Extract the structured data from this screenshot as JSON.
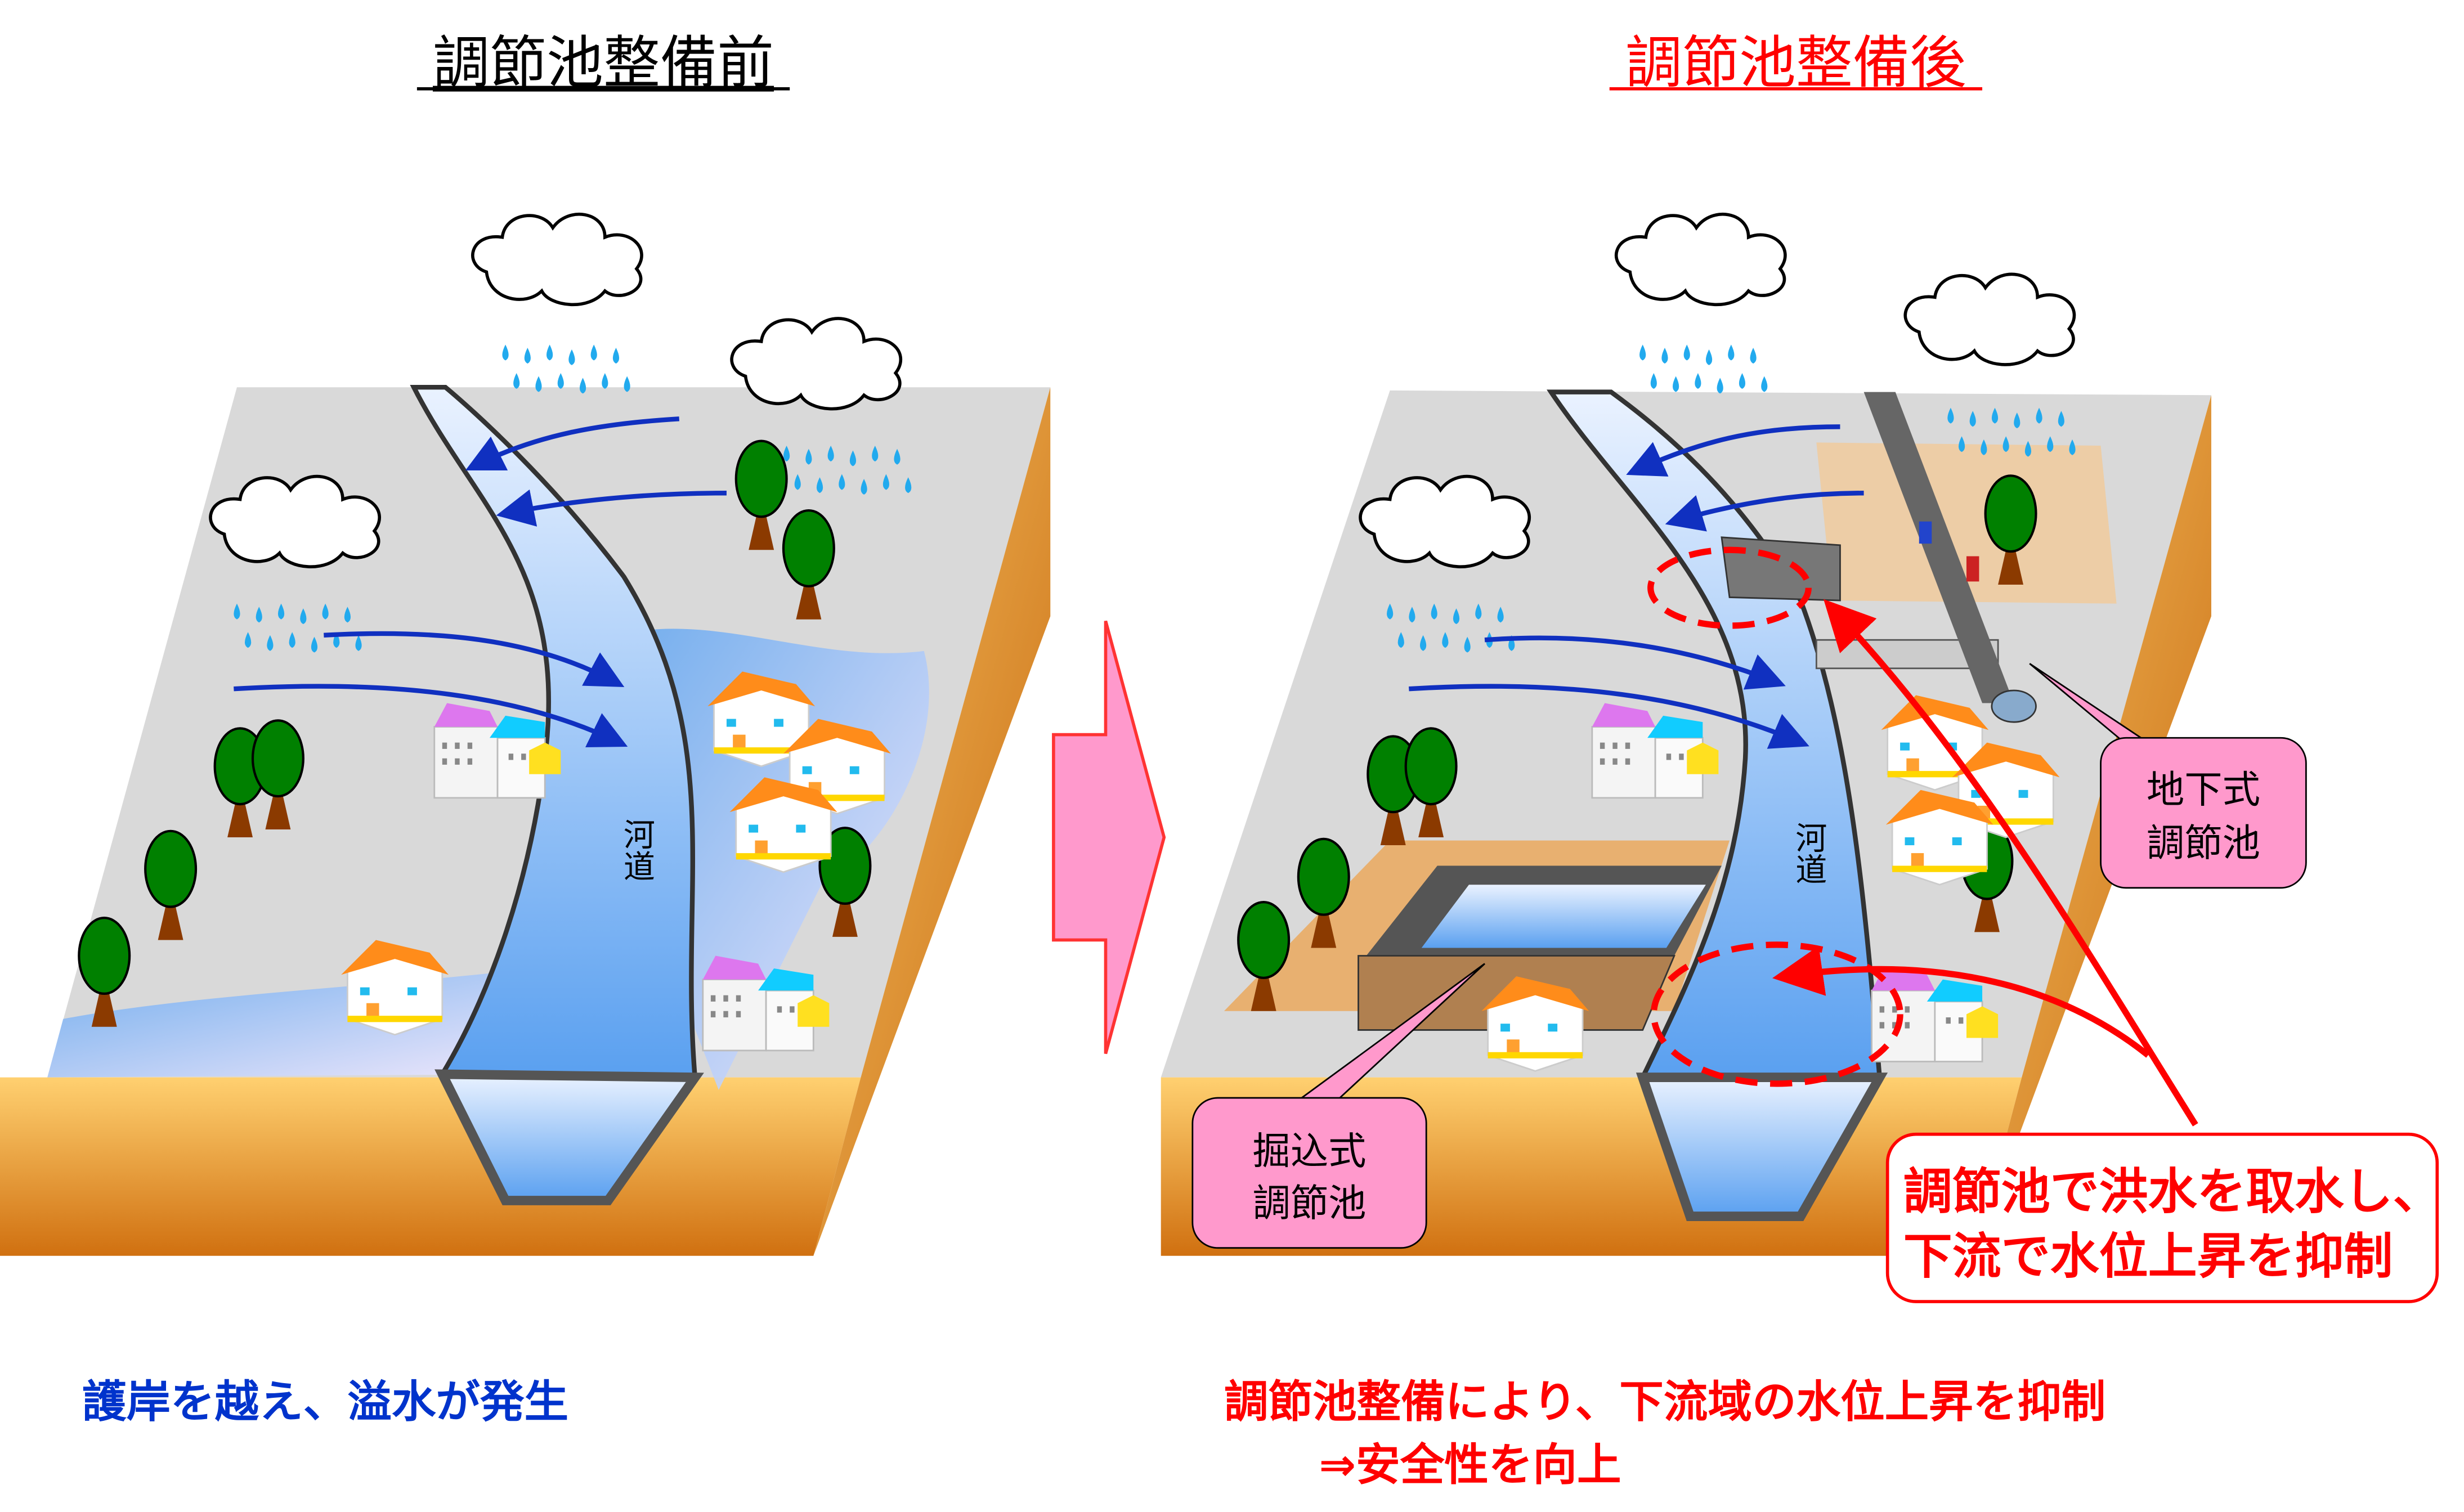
{
  "left_panel": {
    "title": "調節池整備前",
    "river_label": "河道",
    "caption": "護岸を越え、溢水が発生"
  },
  "right_panel": {
    "title": "調節池整備後",
    "river_label": "河道",
    "callout_underground": [
      "地下式",
      "調節池"
    ],
    "callout_excavated": [
      "掘込式",
      "調節池"
    ],
    "callout_effect": [
      "調節池で洪水を取水し、",
      "下流で水位上昇を抑制"
    ],
    "caption_line1": "調節池整備により、下流域の水位上昇を抑制",
    "caption_line2": "⇒安全性を向上"
  },
  "colors": {
    "before_title": "#000000",
    "after_title": "#ff0000",
    "before_caption": "#0033cc",
    "after_caption": "#ff0000",
    "callout_fill": "#ff99cc",
    "transition_arrow": "#ff99cc",
    "ground_top": "#d9d9d9",
    "ground_side": "#f0a840",
    "water": "#7fb8f0",
    "flow_arrow": "#1030c0"
  }
}
